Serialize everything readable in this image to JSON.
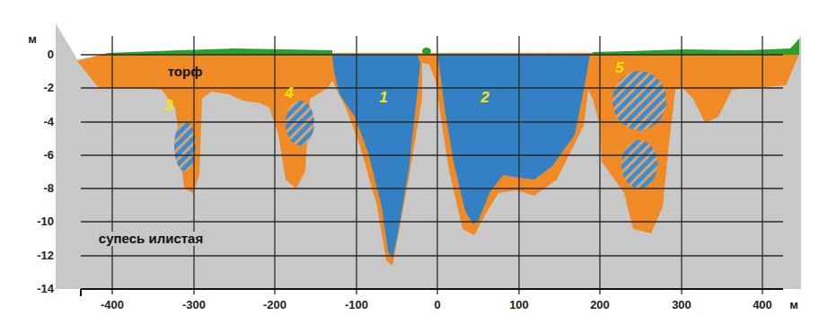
{
  "diagram": {
    "labels": [
      "м",
      "0",
      "-2",
      "-4",
      "-6",
      "-8",
      "-10",
      "-12",
      "-14",
      "-400",
      "-300",
      "-200",
      "-100",
      "0",
      "100",
      "200",
      "300",
      "400",
      "м",
      "торф",
      "супесь илистая",
      "1",
      "2",
      "3",
      "4",
      "5"
    ]
  }
}
